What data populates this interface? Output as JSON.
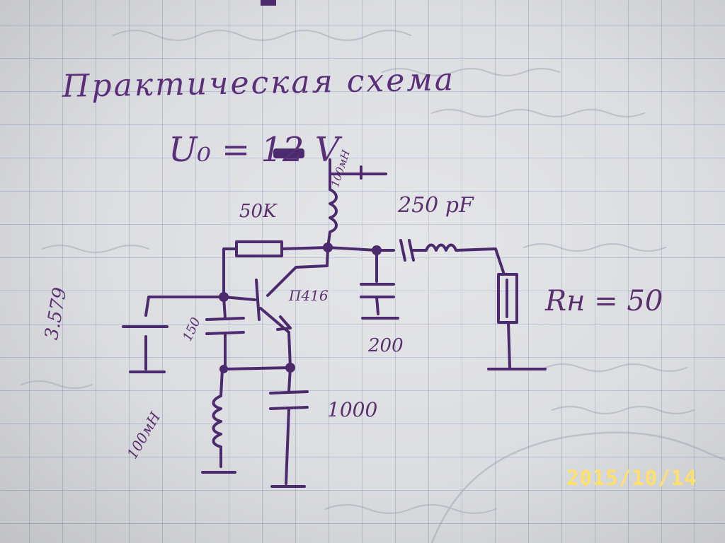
{
  "title": "Практическая схема",
  "supply": "U₀ = 12 V",
  "labels": {
    "base_resistor": "50K",
    "collector_choke": "100мH",
    "output_capacitor": "250 pF",
    "transistor": "П416",
    "shunt_capacitor": "200",
    "load": "Rн = 50",
    "crystal": "3.579",
    "feedback_capacitor": "150",
    "emitter_capacitor": "1000",
    "emitter_choke": "100мH"
  },
  "date_stamp": "2015/10/14",
  "colors": {
    "ink": "#4b2a6e",
    "paper": "#dcdde0",
    "grid": "#7f93c4",
    "stamp": "#ffe06a"
  }
}
